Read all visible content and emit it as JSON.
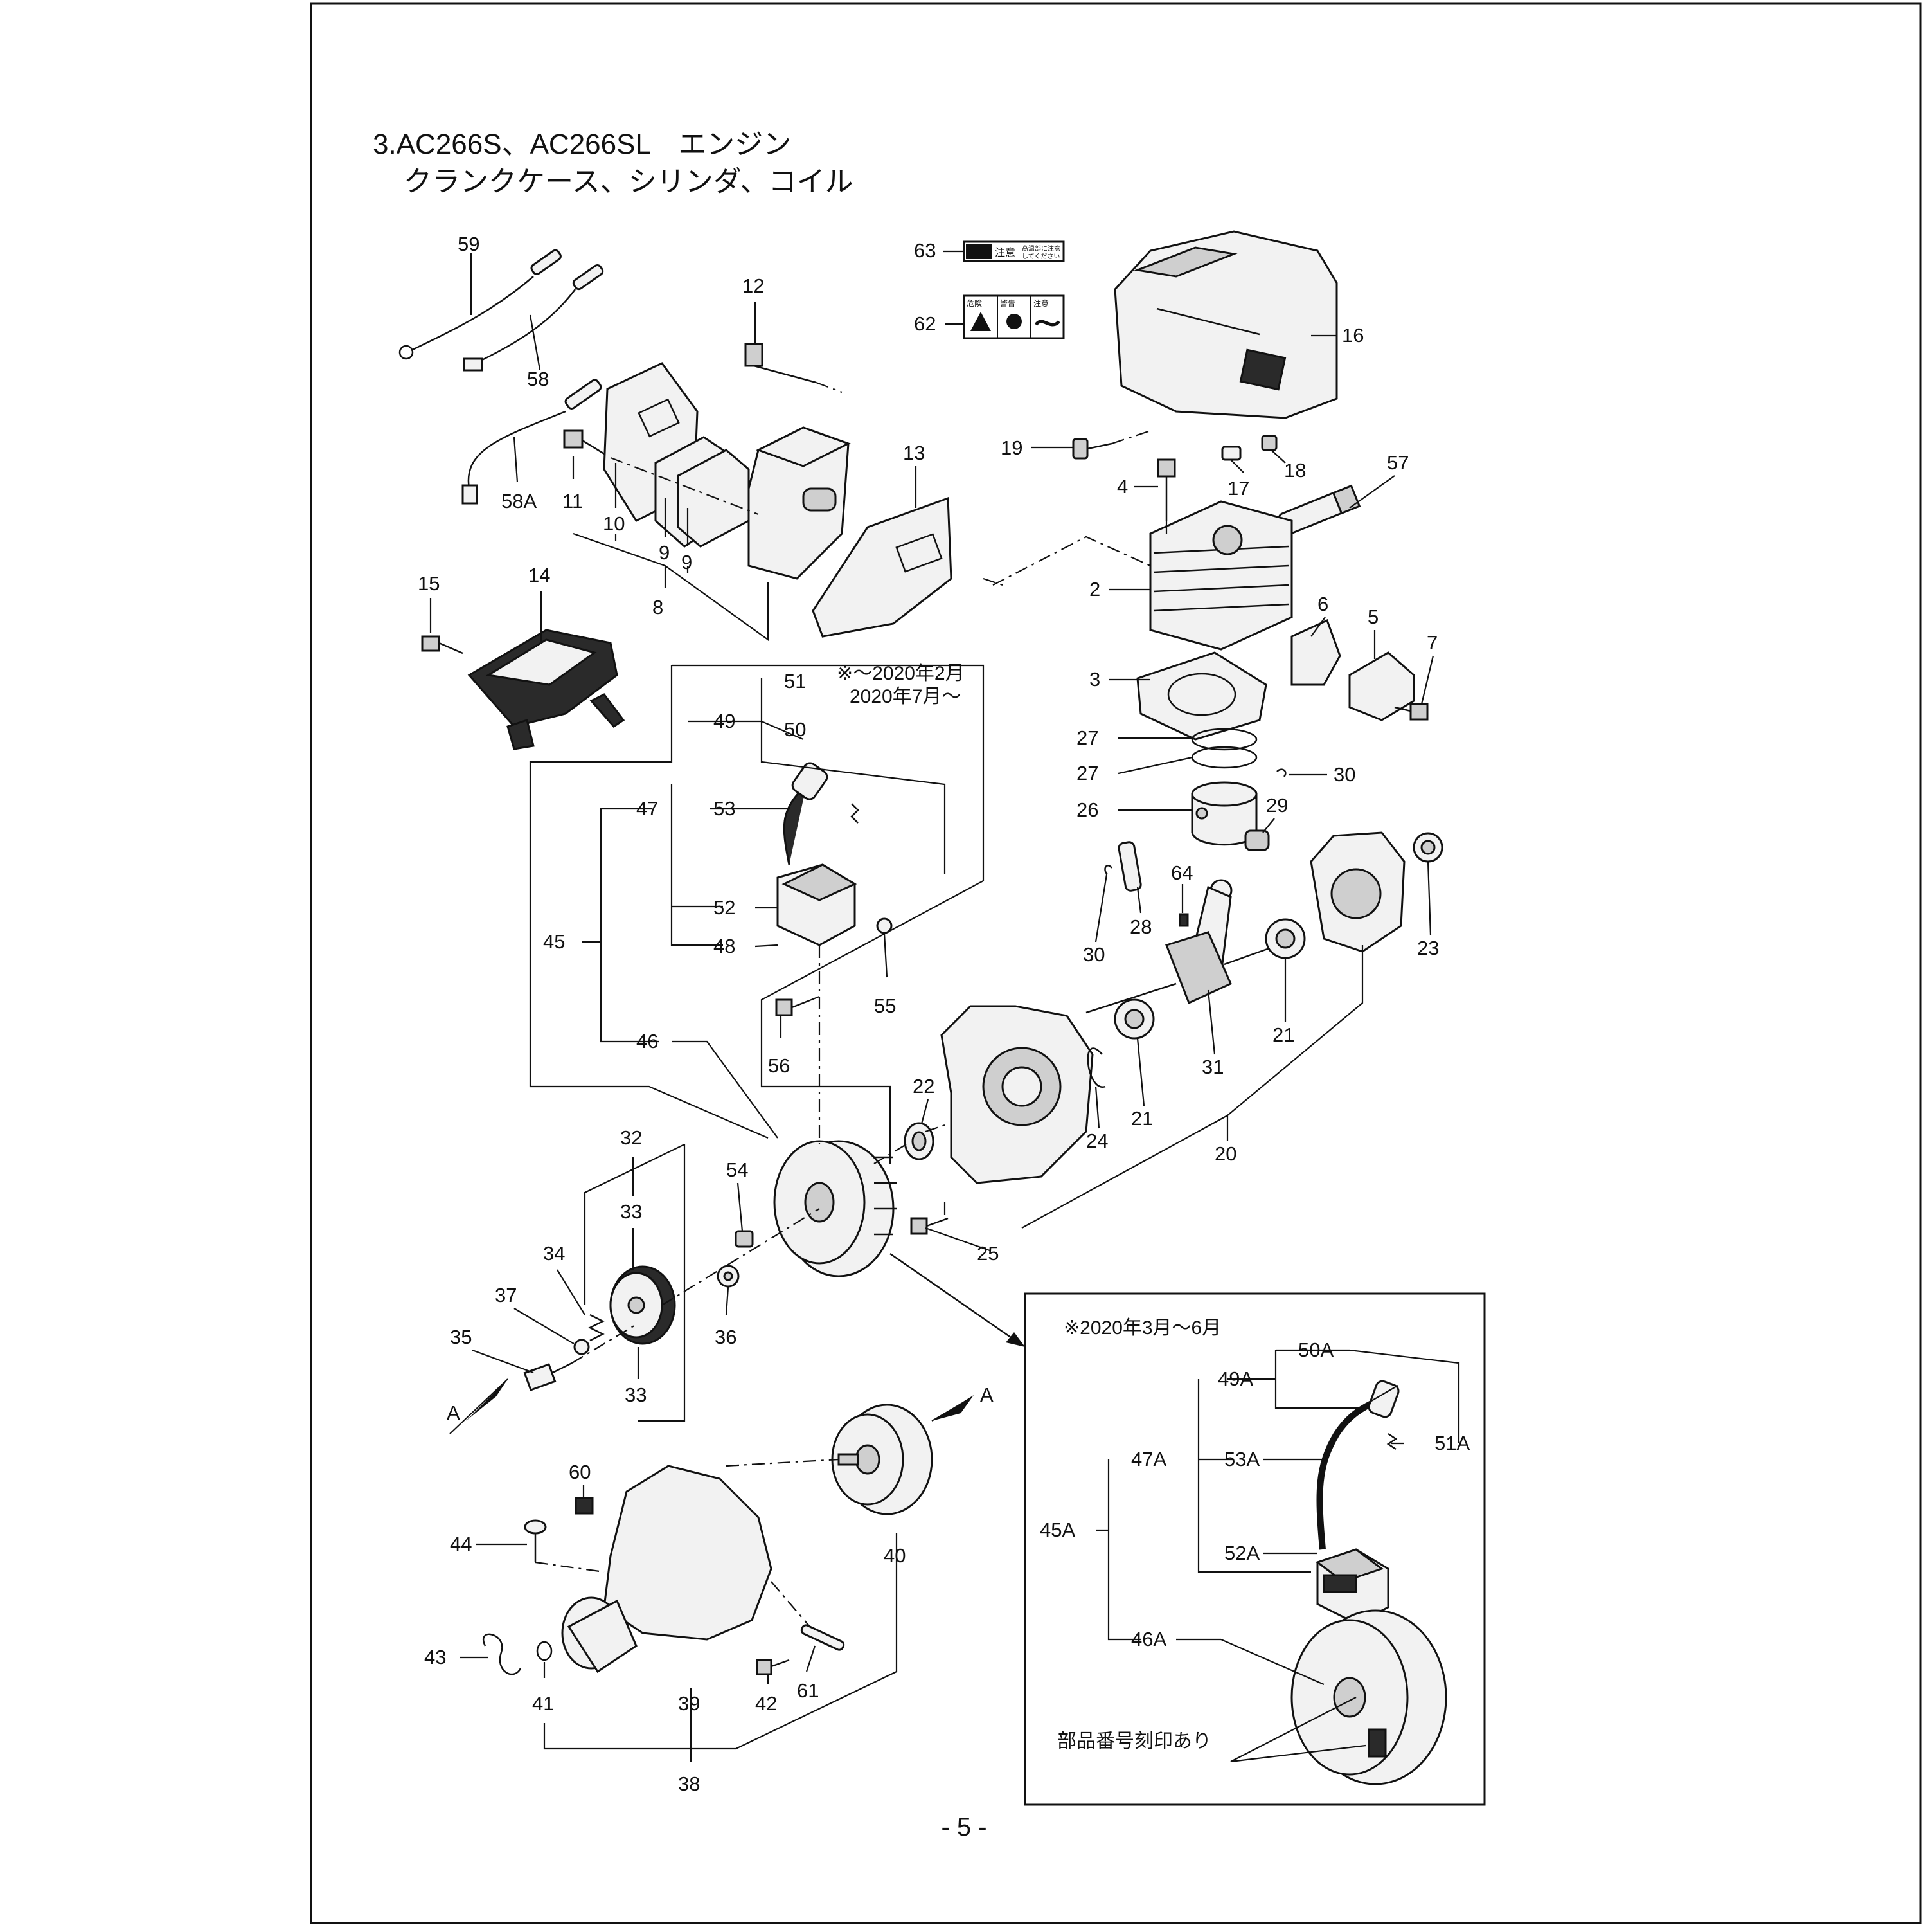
{
  "title": {
    "line1": "3.AC266S、AC266SL　エンジン",
    "line2": "クランクケース、シリンダ、コイル"
  },
  "notes": {
    "period_a": "※～2020年2月",
    "period_b": "2020年7月～",
    "period_c": "※2020年3月～6月",
    "engraved": "部品番号刻印あり"
  },
  "arrow_label": "A",
  "page_number": "- 5 -",
  "parts": {
    "p2": "2",
    "p3": "3",
    "p4": "4",
    "p5": "5",
    "p6": "6",
    "p7": "7",
    "p8": "8",
    "p9a": "9",
    "p9b": "9",
    "p10": "10",
    "p11": "11",
    "p12": "12",
    "p13": "13",
    "p14": "14",
    "p15": "15",
    "p16": "16",
    "p17": "17",
    "p18": "18",
    "p19": "19",
    "p20": "20",
    "p21a": "21",
    "p21b": "21",
    "p22": "22",
    "p23": "23",
    "p24": "24",
    "p25": "25",
    "p26": "26",
    "p27a": "27",
    "p27b": "27",
    "p28": "28",
    "p29": "29",
    "p30a": "30",
    "p30b": "30",
    "p31": "31",
    "p32": "32",
    "p33a": "33",
    "p33b": "33",
    "p34": "34",
    "p35": "35",
    "p36": "36",
    "p37": "37",
    "p38": "38",
    "p39": "39",
    "p40": "40",
    "p41": "41",
    "p42": "42",
    "p43": "43",
    "p44": "44",
    "p45": "45",
    "p46": "46",
    "p47": "47",
    "p48": "48",
    "p49": "49",
    "p50": "50",
    "p51": "51",
    "p52": "52",
    "p53": "53",
    "p54": "54",
    "p55": "55",
    "p56": "56",
    "p57": "57",
    "p58": "58",
    "p58a": "58A",
    "p59": "59",
    "p60": "60",
    "p61": "61",
    "p62": "62",
    "p63": "63",
    "p64": "64",
    "p45a": "45A",
    "p46a": "46A",
    "p47a": "47A",
    "p49a": "49A",
    "p50a": "50A",
    "p51a": "51A",
    "p52a": "52A",
    "p53a": "53A"
  },
  "labels": {
    "l62": [
      "危険",
      "警告",
      "注意"
    ],
    "l63": [
      "注意",
      "高温部に注意",
      "してください"
    ]
  }
}
